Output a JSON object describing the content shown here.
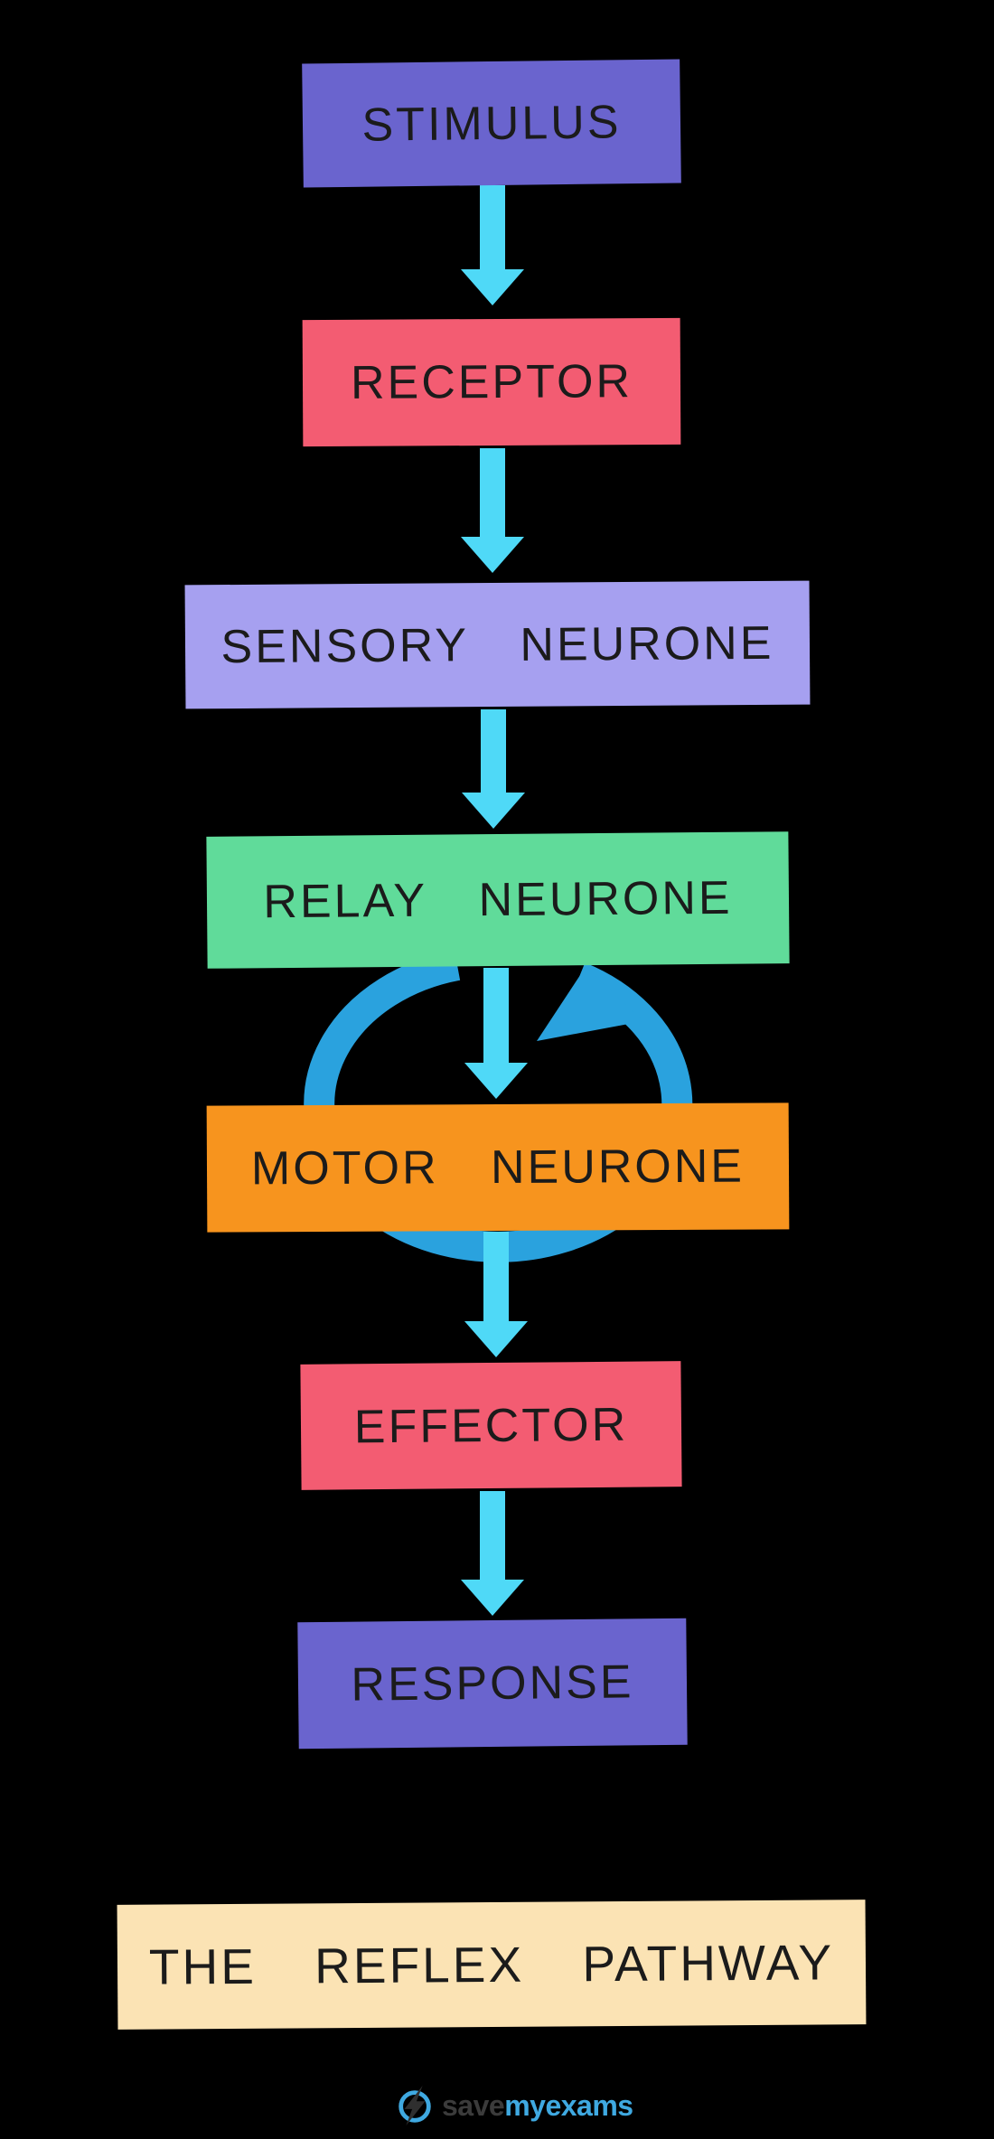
{
  "page": {
    "background": "#000000"
  },
  "diagram": {
    "arrow_color": "#4FD9F7",
    "text_color": "#1B1B1B",
    "nodes": [
      {
        "id": "stimulus",
        "label": "STIMULUS",
        "color": "#6A64CE"
      },
      {
        "id": "receptor",
        "label": "RECEPTOR",
        "color": "#F35C72"
      },
      {
        "id": "sensory-neurone",
        "label": "SENSORY NEURONE",
        "color": "#A6A0F0"
      },
      {
        "id": "relay-neurone",
        "label": "RELAY NEURONE",
        "color": "#60DB9A"
      },
      {
        "id": "motor-neurone",
        "label": "MOTOR NEURONE",
        "color": "#F7941E"
      },
      {
        "id": "effector",
        "label": "EFFECTOR",
        "color": "#F35C72"
      },
      {
        "id": "response",
        "label": "RESPONSE",
        "color": "#6A64CE"
      }
    ],
    "edges": [
      {
        "from": "STIMULUS",
        "to": "RECEPTOR"
      },
      {
        "from": "RECEPTOR",
        "to": "SENSORY NEURONE"
      },
      {
        "from": "SENSORY NEURONE",
        "to": "RELAY NEURONE"
      },
      {
        "from": "RELAY NEURONE",
        "to": "MOTOR NEURONE"
      },
      {
        "from": "MOTOR NEURONE",
        "to": "EFFECTOR"
      },
      {
        "from": "EFFECTOR",
        "to": "RESPONSE"
      }
    ],
    "loop": {
      "around": "RELAY NEURONE to MOTOR NEURONE",
      "shape": "circular-cycle-arrow",
      "color": "#2AA2DE"
    },
    "title_box": {
      "label": "THE REFLEX PATHWAY",
      "color": "#FBE3B4"
    }
  },
  "footer_logo": {
    "save": "save",
    "my": "my",
    "exams": "exams",
    "save_color": "#3B3B3B",
    "brand_color": "#3FA9E1",
    "icon_color": "#2F2F2F"
  }
}
